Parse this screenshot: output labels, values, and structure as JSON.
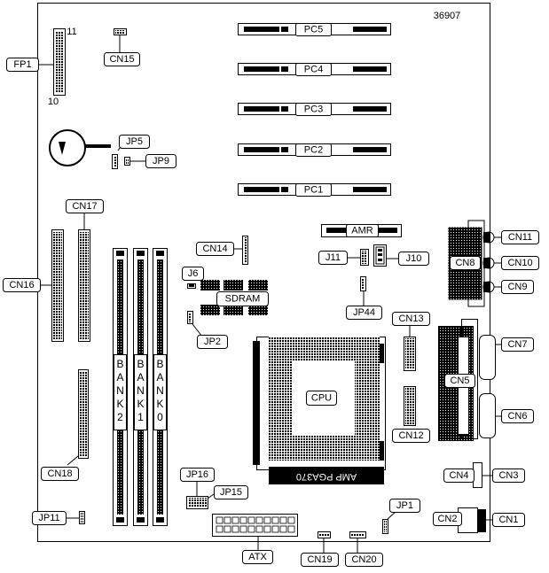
{
  "diagram_id": "36907",
  "pin_numbers": {
    "top": "11",
    "bottom": "10"
  },
  "labels": {
    "PC5": "PC5",
    "PC4": "PC4",
    "PC3": "PC3",
    "PC2": "PC2",
    "PC1": "PC1",
    "FP1": "FP1",
    "CN15": "CN15",
    "JP5": "JP5",
    "JP9": "JP9",
    "CN17": "CN17",
    "CN16": "CN16",
    "CN14": "CN14",
    "J6": "J6",
    "SDRAM": "SDRAM",
    "JP2": "JP2",
    "AMR": "AMR",
    "J11": "J11",
    "J10": "J10",
    "JP44": "JP44",
    "CN13": "CN13",
    "CN12": "CN12",
    "CPU": "CPU",
    "socket": "AMP PGA370",
    "CN11": "CN11",
    "CN8": "CN8",
    "CN10": "CN10",
    "CN9": "CN9",
    "CN7": "CN7",
    "CN5": "CN5",
    "CN6": "CN6",
    "CN4": "CN4",
    "CN3": "CN3",
    "CN2": "CN2",
    "CN1": "CN1",
    "CN18": "CN18",
    "JP16": "JP16",
    "JP15": "JP15",
    "JP11": "JP11",
    "ATX": "ATX",
    "CN19": "CN19",
    "CN20": "CN20",
    "JP1": "JP1",
    "BANK2": "BANK2",
    "BANK1": "BANK1",
    "BANK0": "BANK0"
  }
}
